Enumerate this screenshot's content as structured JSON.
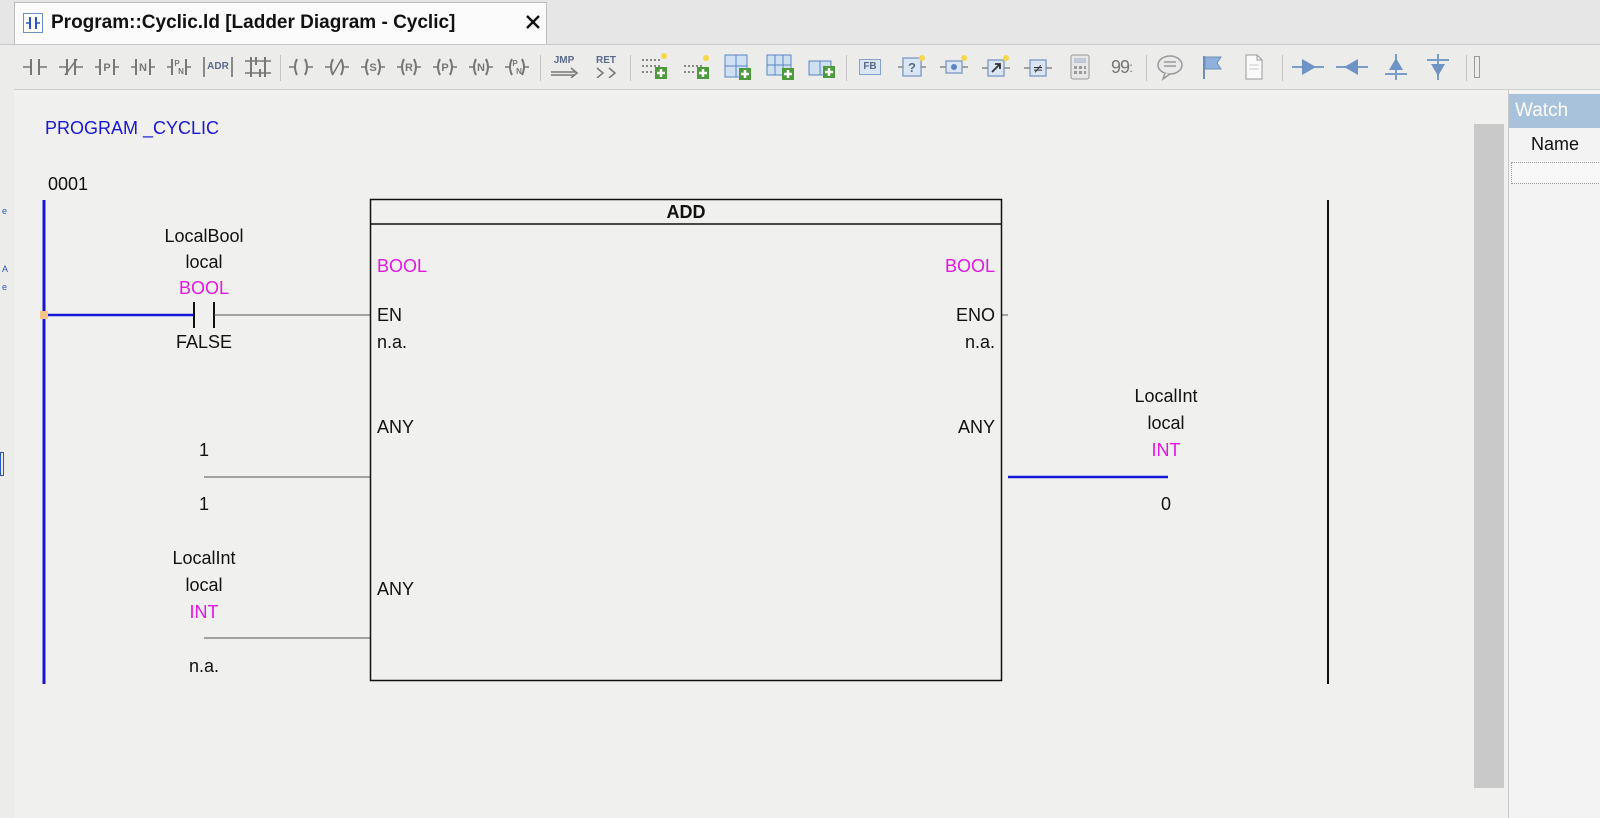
{
  "tab": {
    "title": "Program::Cyclic.ld [Ladder Diagram - Cyclic]",
    "icon": "ladder-contact-icon"
  },
  "watch": {
    "title": "Watch",
    "column": "Name"
  },
  "diagram": {
    "program_title": "PROGRAM _CYCLIC",
    "rung_number": "0001",
    "contact": {
      "name": "LocalBool",
      "scope": "local",
      "type": "BOOL",
      "value": "FALSE"
    },
    "block": {
      "name": "ADD",
      "in_en_type": "BOOL",
      "in_en_name": "EN",
      "in_en_value": "n.a.",
      "out_eno_type": "BOOL",
      "out_eno_name": "ENO",
      "out_eno_value": "n.a.",
      "in1_type": "ANY",
      "in2_type": "ANY",
      "out_type": "ANY"
    },
    "input1": {
      "name": "1",
      "value": "1"
    },
    "input2": {
      "name": "LocalInt",
      "scope": "local",
      "type": "INT",
      "value": "n.a."
    },
    "output": {
      "name": "LocalInt",
      "scope": "local",
      "type": "INT",
      "value": "0"
    }
  },
  "colors": {
    "wire_active": "#1a16d6",
    "type_text": "#e316e3",
    "program_title": "#1a16d6"
  },
  "toolbar_text": {
    "address": "ADR",
    "jump": "JMP",
    "return": "RET",
    "fb": "FB",
    "counter": "99"
  },
  "toolbar_icons": [
    "contact-no-icon",
    "contact-nc-icon",
    "contact-p-icon",
    "contact-n-icon",
    "contact-pn-icon",
    "address-contact-icon",
    "parallel-branch-icon",
    "coil-icon",
    "coil-negated-icon",
    "coil-set-icon",
    "coil-reset-icon",
    "coil-p-icon",
    "coil-n-icon",
    "coil-pn-icon",
    "jump-icon",
    "return-icon",
    "insert-rung-after-icon",
    "insert-rung-before-icon",
    "insert-column-icon",
    "insert-row-icon",
    "insert-cell-icon",
    "function-block-icon",
    "unknown-block-icon",
    "connect-icon",
    "assign-icon",
    "compare-icon",
    "calculator-icon",
    "counter-icon",
    "comment-icon",
    "flag-icon",
    "document-icon",
    "arrow-right-icon",
    "arrow-left-icon",
    "arrow-up-icon",
    "arrow-down-icon"
  ]
}
